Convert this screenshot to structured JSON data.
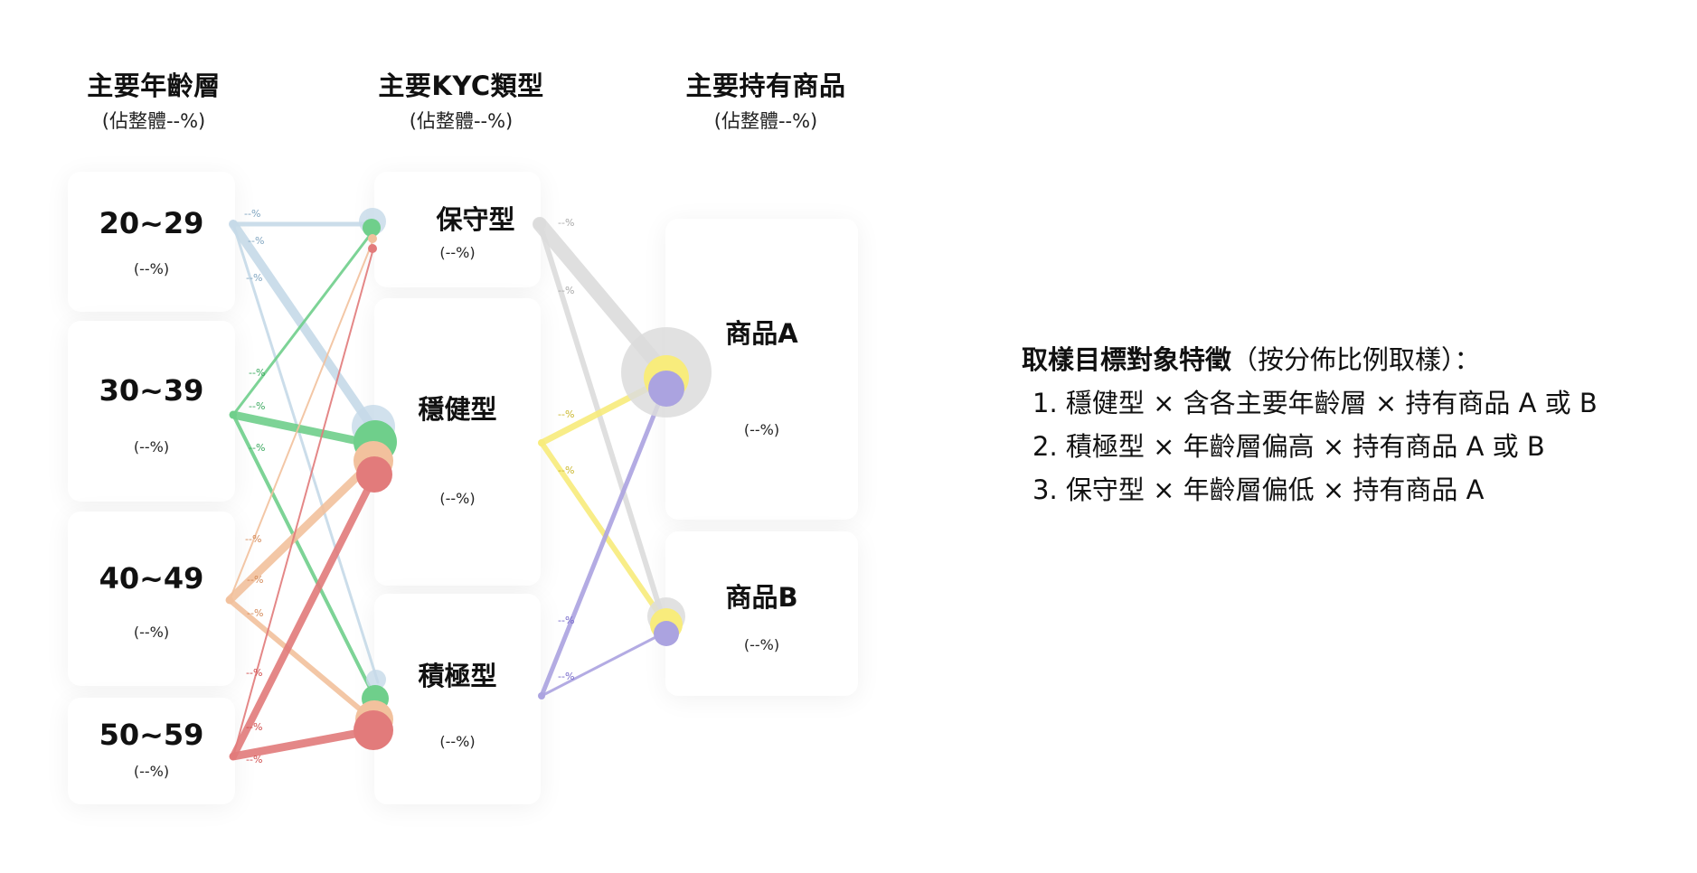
{
  "columns": {
    "age": {
      "title": "主要年齡層",
      "subtitle": "(佔整體--%)"
    },
    "kyc": {
      "title": "主要KYC類型",
      "subtitle": "(佔整體--%)"
    },
    "product": {
      "title": "主要持有商品",
      "subtitle": "(佔整體--%)"
    }
  },
  "age_groups": [
    {
      "label": "20~29",
      "pct": "(--%)"
    },
    {
      "label": "30~39",
      "pct": "(--%)"
    },
    {
      "label": "40~49",
      "pct": "(--%)"
    },
    {
      "label": "50~59",
      "pct": "(--%)"
    }
  ],
  "kyc_types": [
    {
      "label": "保守型",
      "pct": "(--%)"
    },
    {
      "label": "穩健型",
      "pct": "(--%)"
    },
    {
      "label": "積極型",
      "pct": "(--%)"
    }
  ],
  "products": [
    {
      "label": "商品A",
      "pct": "(--%)"
    },
    {
      "label": "商品B",
      "pct": "(--%)"
    }
  ],
  "link_pct_label": "--%",
  "colors": {
    "age_20_29": "#c6dae8",
    "age_30_39": "#6fcf8b",
    "age_40_49": "#f2c19d",
    "age_50_59": "#e27b7b",
    "kyc_conservative": "#dcdcdc",
    "kyc_moderate": "#f8ec7c",
    "kyc_aggressive": "#aba3e0"
  },
  "notes": {
    "heading_bold": "取樣目標對象特徵",
    "heading_rest": "（按分佈比例取樣）：",
    "items": [
      "1. 穩健型 × 含各主要年齡層 × 持有商品 A 或 B",
      "2. 積極型 × 年齡層偏高 × 持有商品 A 或 B",
      "3. 保守型 × 年齡層偏低 × 持有商品 A"
    ]
  }
}
